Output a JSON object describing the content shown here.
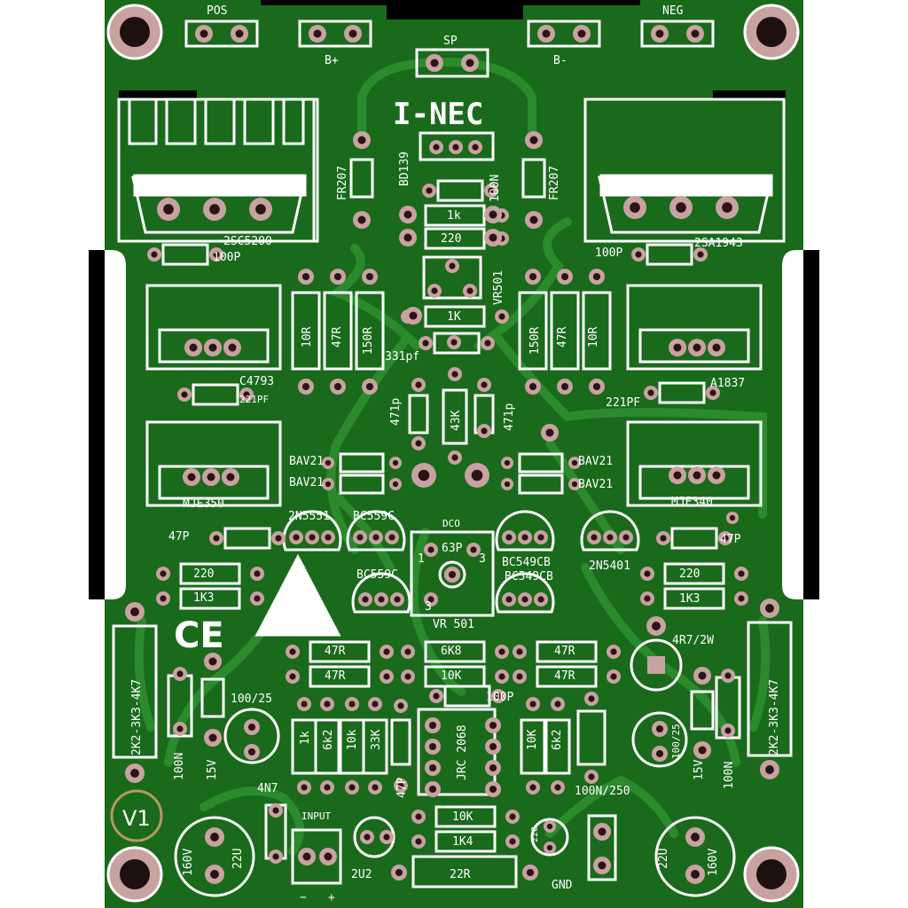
{
  "board": {
    "colors": {
      "substrate": "#1b6b1b",
      "copper": "#1f7a21",
      "trace": "#2e9430",
      "silk": "#ffffff",
      "pad": "#c8a2a0",
      "hole": "#2a1414",
      "edge": "#000000"
    },
    "title": "I-NEC",
    "v1": "V1",
    "ce_mark": "CE",
    "connectors": {
      "pos": "POS",
      "neg": "NEG",
      "b_plus": "B+",
      "b_minus": "B-",
      "sp": "SP",
      "input": "INPUT",
      "gnd": "GND",
      "minus": "−",
      "plus": "+"
    },
    "transistors": {
      "q_out_n": "2SC5200",
      "q_out_p": "2SA1943",
      "q_drv_n": "C4793",
      "q_drv_p": "A1837",
      "q_pre_p": "MJE350",
      "q_pre_n": "MJE340",
      "q_bias": "BD139",
      "q1": "2N5551",
      "q2": "BC559C",
      "q3": "BC559C",
      "q4": "BC549CB",
      "q5": "BC549CB",
      "q6": "2N5401"
    },
    "caps": {
      "c_100p_l": "100P",
      "c_100p_r": "100P",
      "c_221pf_l": "221PF",
      "c_221pf_r": "221PF",
      "c_47p_l": "47P",
      "c_47p_r": "47P",
      "c_100n_top": "100N",
      "c_331pf": "331pf",
      "c_471p_l": "471p",
      "c_471p_r": "471p",
      "c_63p": "63P",
      "c_100p_mid": "100P",
      "c_47p_bottom": "47P",
      "c_100n_250": "100N/250",
      "c_100_25_l": "100/25",
      "c_100_25_r": "100/25",
      "c_100n_l": "100N",
      "c_100n_r": "100N",
      "c_4n7": "4N7",
      "c_2u2": "2U2",
      "c_220u": "220",
      "c_160v_l": "160V",
      "c_22u_l": "22U",
      "c_22u_r": "22U",
      "c_160v_r": "160V"
    },
    "resistors": {
      "r_1k_top": "1k",
      "r_220_top": "220",
      "r_1k_mid": "1K",
      "r_10r_l": "10R",
      "r_47r_l": "47R",
      "r_150r_l": "150R",
      "r_150r_r": "150R",
      "r_47r_r": "47R",
      "r_10r_r": "10R",
      "r_43k": "43K",
      "r_220_l": "220",
      "r_1k3_l": "1K3",
      "r_220_r": "220",
      "r_1k3_r": "1K3",
      "r_47r_a": "47R",
      "r_47r_b": "47R",
      "r_6k8": "6K8",
      "r_10k_a": "10K",
      "r_47r_c": "47R",
      "r_47r_d": "47R",
      "r_1k_b": "1k",
      "r_6k2_a": "6k2",
      "r_10k_b": "10k",
      "r_33k": "33K",
      "r_10k_c": "10K",
      "r_6k2_b": "6k2",
      "r_10k_d": "10K",
      "r_1k4": "1K4",
      "r_22r": "22R",
      "r_4r7": "4R7/2W",
      "r_2k2_l": "2K2-3K3-4K7",
      "r_2k2_r": "2K2-3K3-4K7"
    },
    "diodes": {
      "fr207_l": "FR207",
      "fr207_r": "FR207",
      "bav21_1": "BAV21",
      "bav21_2": "BAV21",
      "bav21_3": "BAV21",
      "bav21_4": "BAV21",
      "z15v_l": "15V",
      "z15v_r": "15V"
    },
    "ic": {
      "opamp": "JRC 2068"
    },
    "trimmers": {
      "vr501_top": "VR501",
      "vr501_main": "VR 501",
      "dco": "DCO",
      "pin1": "1",
      "pin3": "3",
      "pin3b": "3"
    }
  }
}
